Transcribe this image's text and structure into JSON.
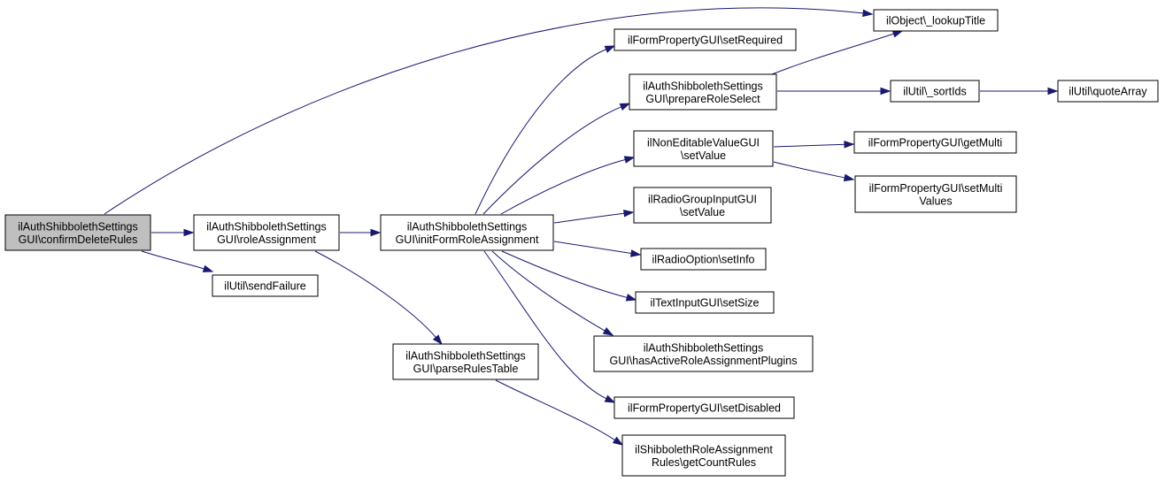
{
  "diagram": {
    "nodes": [
      {
        "id": "confirmDeleteRules",
        "lines": [
          "ilAuthShibbolethSettings",
          "GUI\\confirmDeleteRules"
        ],
        "highlighted": true
      },
      {
        "id": "roleAssignment",
        "lines": [
          "ilAuthShibbolethSettings",
          "GUI\\roleAssignment"
        ]
      },
      {
        "id": "sendFailure",
        "lines": [
          "ilUtil\\sendFailure"
        ]
      },
      {
        "id": "initFormRoleAssignment",
        "lines": [
          "ilAuthShibbolethSettings",
          "GUI\\initFormRoleAssignment"
        ]
      },
      {
        "id": "parseRulesTable",
        "lines": [
          "ilAuthShibbolethSettings",
          "GUI\\parseRulesTable"
        ]
      },
      {
        "id": "setRequired",
        "lines": [
          "ilFormPropertyGUI\\setRequired"
        ]
      },
      {
        "id": "prepareRoleSelect",
        "lines": [
          "ilAuthShibbolethSettings",
          "GUI\\prepareRoleSelect"
        ]
      },
      {
        "id": "nevSetValue",
        "lines": [
          "ilNonEditableValueGUI",
          "\\setValue"
        ]
      },
      {
        "id": "rgSetValue",
        "lines": [
          "ilRadioGroupInputGUI",
          "\\setValue"
        ]
      },
      {
        "id": "setInfo",
        "lines": [
          "ilRadioOption\\setInfo"
        ]
      },
      {
        "id": "setSize",
        "lines": [
          "ilTextInputGUI\\setSize"
        ]
      },
      {
        "id": "hasActive",
        "lines": [
          "ilAuthShibbolethSettings",
          "GUI\\hasActiveRoleAssignmentPlugins"
        ]
      },
      {
        "id": "setDisabled",
        "lines": [
          "ilFormPropertyGUI\\setDisabled"
        ]
      },
      {
        "id": "getCountRules",
        "lines": [
          "ilShibbolethRoleAssignment",
          "Rules\\getCountRules"
        ]
      },
      {
        "id": "lookupTitle",
        "lines": [
          "ilObject\\_lookupTitle"
        ]
      },
      {
        "id": "sortIds",
        "lines": [
          "ilUtil\\_sortIds"
        ]
      },
      {
        "id": "quoteArray",
        "lines": [
          "ilUtil\\quoteArray"
        ]
      },
      {
        "id": "getMulti",
        "lines": [
          "ilFormPropertyGUI\\getMulti"
        ]
      },
      {
        "id": "setMultiValues",
        "lines": [
          "ilFormPropertyGUI\\setMulti",
          "Values"
        ]
      }
    ],
    "edges": [
      {
        "from": "confirmDeleteRules",
        "to": "roleAssignment"
      },
      {
        "from": "confirmDeleteRules",
        "to": "sendFailure"
      },
      {
        "from": "confirmDeleteRules",
        "to": "lookupTitle"
      },
      {
        "from": "roleAssignment",
        "to": "initFormRoleAssignment"
      },
      {
        "from": "roleAssignment",
        "to": "parseRulesTable"
      },
      {
        "from": "initFormRoleAssignment",
        "to": "setRequired"
      },
      {
        "from": "initFormRoleAssignment",
        "to": "prepareRoleSelect"
      },
      {
        "from": "initFormRoleAssignment",
        "to": "nevSetValue"
      },
      {
        "from": "initFormRoleAssignment",
        "to": "rgSetValue"
      },
      {
        "from": "initFormRoleAssignment",
        "to": "setInfo"
      },
      {
        "from": "initFormRoleAssignment",
        "to": "setSize"
      },
      {
        "from": "initFormRoleAssignment",
        "to": "hasActive"
      },
      {
        "from": "initFormRoleAssignment",
        "to": "setDisabled"
      },
      {
        "from": "parseRulesTable",
        "to": "getCountRules"
      },
      {
        "from": "prepareRoleSelect",
        "to": "lookupTitle"
      },
      {
        "from": "prepareRoleSelect",
        "to": "sortIds"
      },
      {
        "from": "sortIds",
        "to": "quoteArray"
      },
      {
        "from": "nevSetValue",
        "to": "getMulti"
      },
      {
        "from": "nevSetValue",
        "to": "setMultiValues"
      }
    ],
    "colors": {
      "node_fill": "#ffffff",
      "highlight_fill": "#bfbfbf",
      "border": "#000000",
      "edge": "#191970"
    }
  }
}
